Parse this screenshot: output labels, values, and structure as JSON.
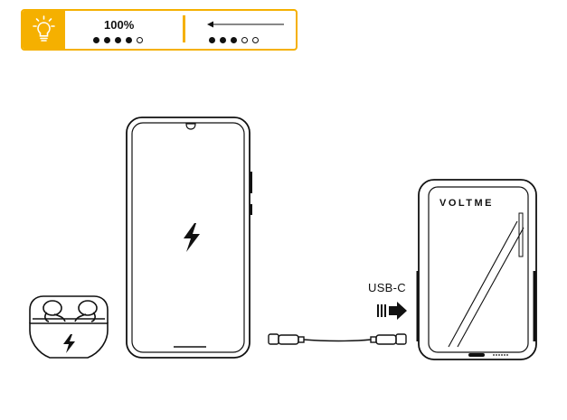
{
  "indicator": {
    "status_text": "100%",
    "left_dots_filled": 4,
    "left_dots_total": 5,
    "right_dots_filled": 3,
    "right_dots_total": 5,
    "accent_color": "#f5b000",
    "icons": [
      "lightbulb-icon",
      "arrow-left-icon"
    ]
  },
  "scene": {
    "power_bank_brand": "VOLTME",
    "port_label": "USB-C",
    "icons": [
      "lightning-bolt-icon",
      "double-arrow-right-icon"
    ]
  }
}
